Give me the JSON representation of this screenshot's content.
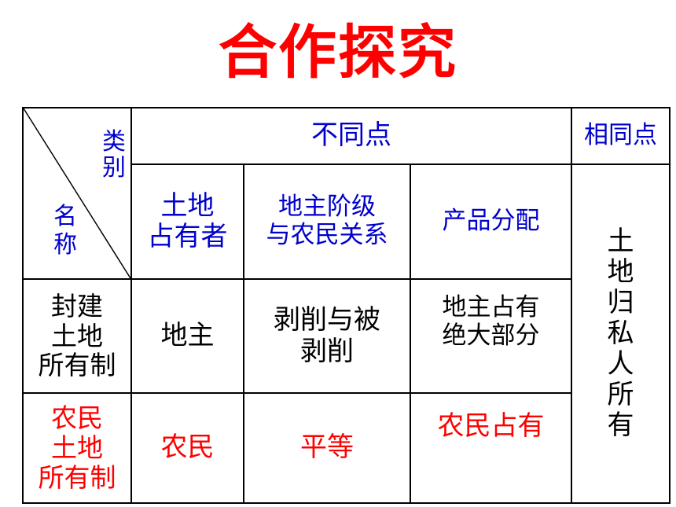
{
  "colors": {
    "title": "#ff0000",
    "header": "#0000cc",
    "body": "#000000",
    "farmer_row": "#ff0000"
  },
  "title": "合作探究",
  "header": {
    "diag_top": "类\n别",
    "diag_bottom": "名\n称",
    "differences": "不同点",
    "similarities": "相同点",
    "col_land_owner": "土地\n占有者",
    "col_relation": "地主阶级\n与农民关系",
    "col_distribution": "产品分配"
  },
  "rows": [
    {
      "name": "封建\n土地\n所有制",
      "land_owner": "地主",
      "relation": "剥削与被\n剥削",
      "distribution": "地主占有\n绝大部分"
    },
    {
      "name": "农民\n土地\n所有制",
      "land_owner": "农民",
      "relation": "平等",
      "distribution": "农民占有"
    }
  ],
  "common": "土\n地\n归\n私\n人\n所\n有"
}
